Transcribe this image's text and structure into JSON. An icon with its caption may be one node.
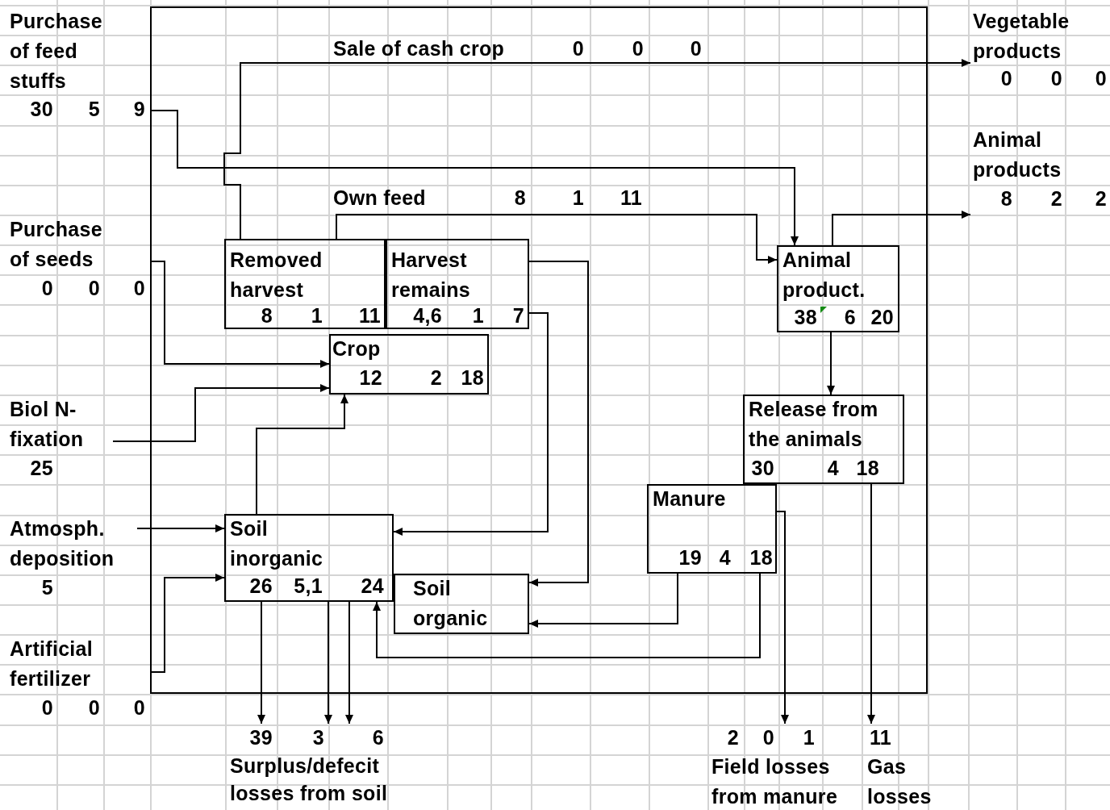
{
  "diagram": {
    "nodes": [
      {
        "text": [],
        "shape": "box"
      },
      {
        "text": [
          "Purchase of feed stuffs",
          "30",
          "5",
          "9"
        ]
      },
      {
        "text": [
          "Vegetable products",
          "0",
          "0",
          "0"
        ]
      },
      {
        "text": [
          "Animal products",
          "8",
          "2",
          "2"
        ]
      },
      {
        "text": [
          "Purchase of seeds",
          "0",
          "0",
          "0"
        ]
      },
      {
        "text": [
          "Removed harvest",
          "8",
          "1",
          "11"
        ],
        "in": 0
      },
      {
        "text": [
          "Harvest remains",
          "4,6",
          "1",
          "7"
        ],
        "in": 0
      },
      {
        "text": [
          "Animal product.",
          "38",
          "6",
          "20"
        ],
        "in": 0
      },
      {
        "text": [
          "Crop",
          "12",
          "2",
          "18"
        ],
        "in": 0
      },
      {
        "text": [
          "Biol N-fixation",
          "25"
        ]
      },
      {
        "text": [
          "Release from the animals",
          "30",
          "4",
          "18"
        ],
        "in": 0
      },
      {
        "text": [
          "Atmosph. deposition",
          "5"
        ]
      },
      {
        "text": [
          "Soil inorganic",
          "26",
          "5,1",
          "24"
        ],
        "in": 0
      },
      {
        "text": [
          "Manure",
          "19",
          "4",
          "18"
        ],
        "in": 0
      },
      {
        "text": [
          "Soil organic"
        ],
        "in": 0
      },
      {
        "text": [
          "Artificial fertilizer",
          "0",
          "0",
          "0"
        ]
      },
      {
        "text": [
          "39",
          "3",
          "6",
          "Surplus/defecit losses from soil"
        ]
      },
      {
        "text": [
          "2",
          "0",
          "1",
          "Field losses from manure"
        ]
      },
      {
        "text": [
          "11",
          "Gas losses"
        ]
      }
    ],
    "edges": [
      {
        "from": 1,
        "to": 7,
        "arrow": "to"
      },
      {
        "from": 5,
        "to": 2,
        "arrow": "to"
      },
      {
        "from": 5,
        "to": 7,
        "arrow": "to"
      },
      {
        "from": 7,
        "to": 3,
        "arrow": "to"
      },
      {
        "from": 4,
        "to": 8,
        "arrow": "to"
      },
      {
        "from": 9,
        "to": 8,
        "arrow": "to"
      },
      {
        "from": 12,
        "to": 8,
        "arrow": "to"
      },
      {
        "from": 6,
        "to": 12,
        "arrow": "to"
      },
      {
        "from": 6,
        "to": 14,
        "arrow": "to"
      },
      {
        "from": 7,
        "to": 10,
        "arrow": "to"
      },
      {
        "from": 13,
        "to": 14,
        "arrow": "to"
      },
      {
        "from": 13,
        "to": 12,
        "arrow": "to"
      },
      {
        "from": 11,
        "to": 12,
        "arrow": "to"
      },
      {
        "from": 15,
        "to": 12,
        "arrow": "to"
      },
      {
        "from": 12,
        "to": 16,
        "arrow": "to"
      },
      {
        "from": 12,
        "to": 16,
        "arrow": "to"
      },
      {
        "from": 12,
        "to": 16,
        "arrow": "to"
      },
      {
        "from": 13,
        "to": 17,
        "arrow": "to"
      },
      {
        "from": 10,
        "to": 18,
        "arrow": "to"
      }
    ],
    "labels": [
      "Sale of cash crop",
      "0",
      "0",
      "0",
      "Own feed",
      "8",
      "1",
      "11"
    ]
  }
}
